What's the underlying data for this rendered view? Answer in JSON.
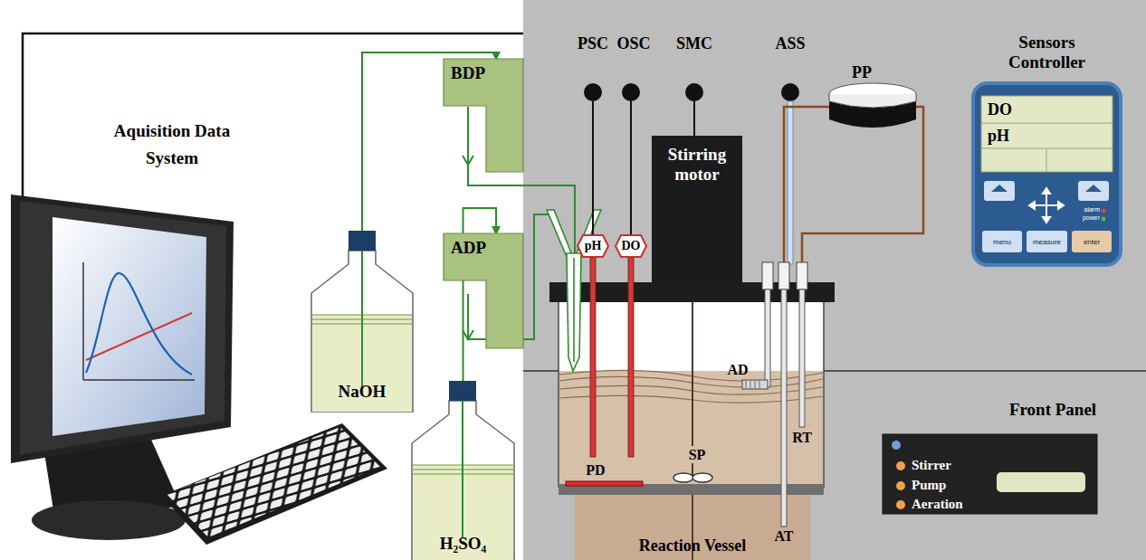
{
  "diagram": {
    "nodes": [
      {
        "text": [
          "BDP"
        ]
      },
      {
        "text": [
          "ADP"
        ]
      },
      {
        "text": [
          "NaOH"
        ]
      },
      {
        "text": [
          "H₂SO₄"
        ]
      },
      {
        "text": [
          "pH"
        ]
      },
      {
        "text": [
          "DO"
        ]
      },
      {
        "text": [
          "Stirring motor"
        ]
      },
      {
        "text": [
          "Sensors Controller",
          "DO",
          "pH",
          "alarm",
          "power",
          "menu",
          "measure",
          "enter"
        ]
      },
      {
        "text": [
          "Front Panel",
          "Stirrer",
          "Pump",
          "Aeration"
        ]
      }
    ],
    "edges": [
      {
        "from": 2,
        "to": 0,
        "arrow": "to"
      },
      {
        "from": 3,
        "to": 1,
        "arrow": "to"
      }
    ],
    "labels": [
      "Aquisition Data System",
      "PSC",
      "OSC",
      "SMC",
      "ASS",
      "PP",
      "PD",
      "SP",
      "AD",
      "RT",
      "AT",
      "Reaction Vessel"
    ]
  }
}
